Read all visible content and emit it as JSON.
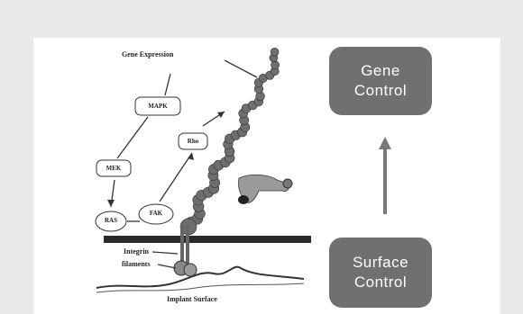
{
  "diagram": {
    "title_top": "Gene Expression",
    "nodes": {
      "mapk": "MAPK",
      "mek": "MEK",
      "rho": "Rho",
      "ras": "RAS",
      "fak": "FAK"
    },
    "labels": {
      "integrin": "Integrin",
      "filaments": "filaments",
      "implant_surface": "Implant Surface"
    }
  },
  "boxes": {
    "gene_control": [
      "Gene",
      "Control"
    ],
    "surface_control": [
      "Surface",
      "Control"
    ]
  },
  "colors": {
    "box": "#707070",
    "arrow": "#7a7a7a",
    "background": "#e9e9e9",
    "panel": "#ffffff"
  }
}
